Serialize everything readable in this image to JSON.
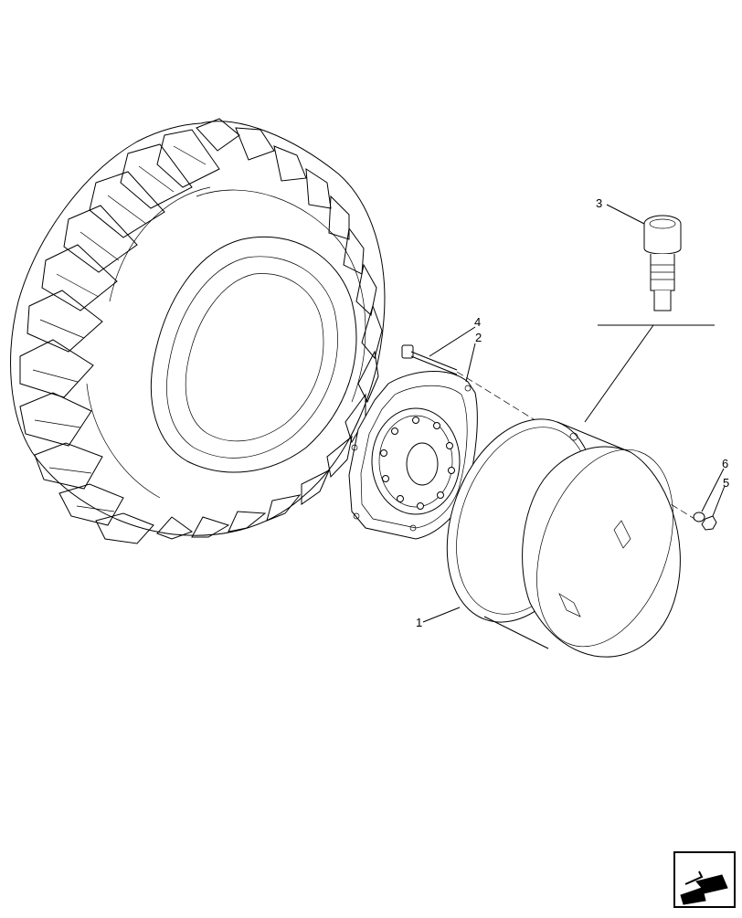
{
  "diagram": {
    "callouts": [
      {
        "id": "tire",
        "label": ""
      },
      {
        "id": "wheel-rim",
        "label": "1"
      },
      {
        "id": "center-disc",
        "label": "2"
      },
      {
        "id": "valve",
        "label": "3"
      },
      {
        "id": "bolt",
        "label": "4"
      },
      {
        "id": "nut",
        "label": "5"
      },
      {
        "id": "washer",
        "label": "6"
      }
    ],
    "nav_icon": "navigate-back-icon"
  }
}
